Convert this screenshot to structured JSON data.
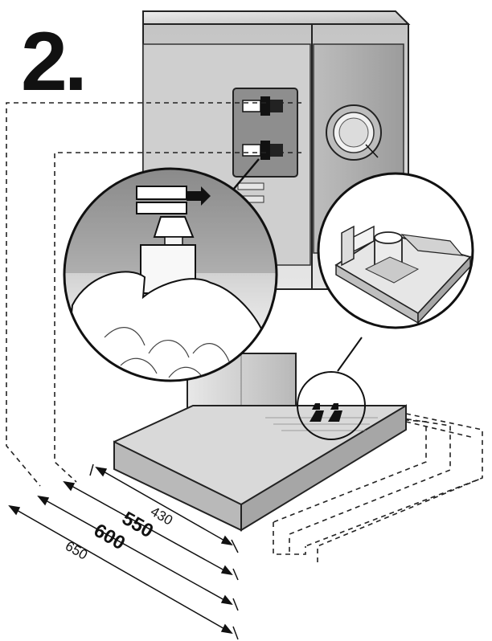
{
  "step": {
    "number": "2."
  },
  "dimensions": {
    "d430": "430",
    "d550": "550",
    "d600": "600",
    "d650": "650"
  },
  "colors": {
    "ink": "#111111",
    "cabinet": "#d6d6d6",
    "cabinet_dark": "#a9a9a9",
    "panel": "#8f8f8f",
    "hood": "#cfcfcf",
    "paper": "#ffffff"
  },
  "icons": [
    "plug-connector-icon",
    "socket-icon",
    "knob-icon",
    "hand-icon",
    "mounting-bracket-icon"
  ]
}
